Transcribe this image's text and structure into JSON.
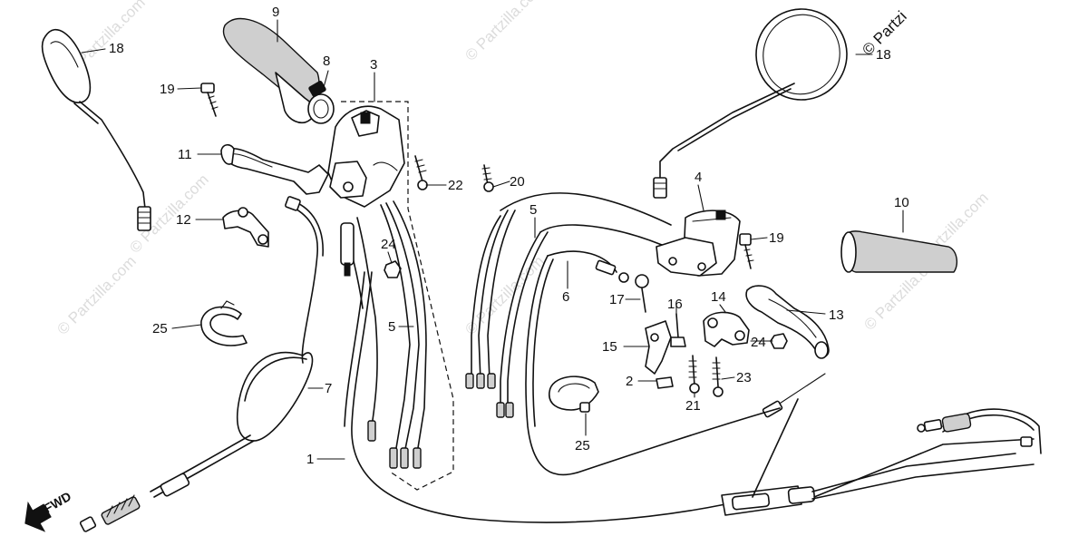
{
  "watermark": {
    "text": "© Partzilla.com",
    "corner_text": "© Partzi"
  },
  "direction_label": "FWD",
  "callouts": [
    {
      "id": "c9",
      "label": "9"
    },
    {
      "id": "c8",
      "label": "8"
    },
    {
      "id": "c3",
      "label": "3"
    },
    {
      "id": "c18a",
      "label": "18"
    },
    {
      "id": "c18b",
      "label": "18"
    },
    {
      "id": "c19a",
      "label": "19"
    },
    {
      "id": "c11",
      "label": "11"
    },
    {
      "id": "c22",
      "label": "22"
    },
    {
      "id": "c20",
      "label": "20"
    },
    {
      "id": "c12",
      "label": "12"
    },
    {
      "id": "c24a",
      "label": "24"
    },
    {
      "id": "c25a",
      "label": "25"
    },
    {
      "id": "c5a",
      "label": "5"
    },
    {
      "id": "c7",
      "label": "7"
    },
    {
      "id": "c1",
      "label": "1"
    },
    {
      "id": "c5b",
      "label": "5"
    },
    {
      "id": "c4",
      "label": "4"
    },
    {
      "id": "c19b",
      "label": "19"
    },
    {
      "id": "c10",
      "label": "10"
    },
    {
      "id": "c6",
      "label": "6"
    },
    {
      "id": "c17",
      "label": "17"
    },
    {
      "id": "c16",
      "label": "16"
    },
    {
      "id": "c14",
      "label": "14"
    },
    {
      "id": "c13",
      "label": "13"
    },
    {
      "id": "c15",
      "label": "15"
    },
    {
      "id": "c24b",
      "label": "24"
    },
    {
      "id": "c2",
      "label": "2"
    },
    {
      "id": "c23",
      "label": "23"
    },
    {
      "id": "c21",
      "label": "21"
    },
    {
      "id": "c25b",
      "label": "25"
    }
  ]
}
